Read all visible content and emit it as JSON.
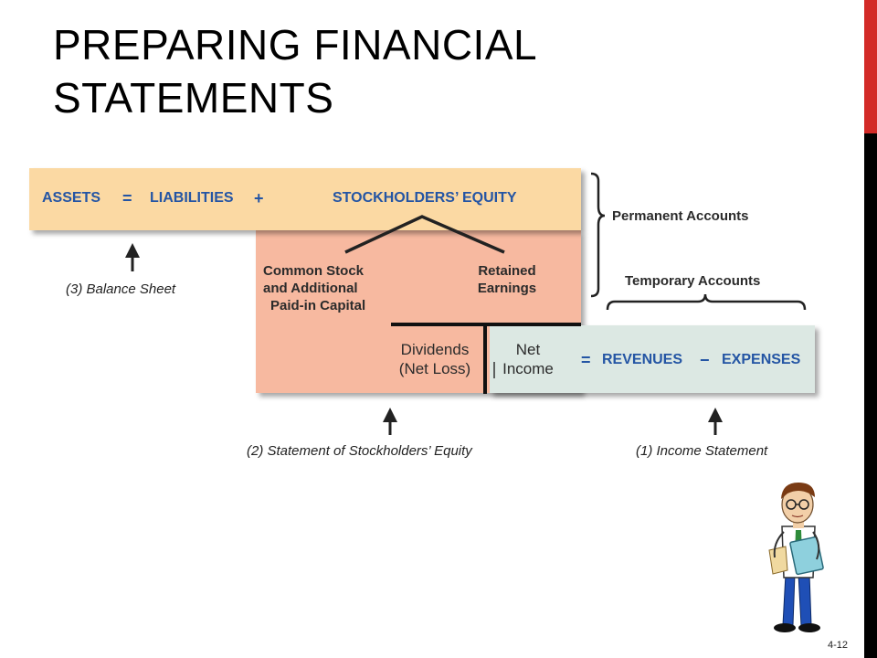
{
  "slide": {
    "title": "PREPARING FINANCIAL STATEMENTS",
    "page_number": "4-12"
  },
  "equation": {
    "assets": "ASSETS",
    "equals": "=",
    "liabilities": "LIABILITIES",
    "plus": "+",
    "stockholders_equity": "STOCKHOLDERS’ EQUITY"
  },
  "equity_parts": {
    "common_stock": [
      "Common Stock",
      "and Additional",
      "Paid-in Capital"
    ],
    "retained_earnings": [
      "Retained",
      "Earnings"
    ]
  },
  "retained_parts": {
    "dividends": [
      "Dividends",
      "(Net Loss)"
    ],
    "net_income": [
      "Net",
      "Income"
    ]
  },
  "income_equation": {
    "equals": "=",
    "revenues": "REVENUES",
    "minus": "−",
    "expenses": "EXPENSES"
  },
  "brackets": {
    "permanent": "Permanent Accounts",
    "temporary": "Temporary Accounts"
  },
  "captions": {
    "balance_sheet": "(3) Balance Sheet",
    "equity_statement": "(2) Statement of Stockholders’ Equity",
    "income_statement": "(1) Income Statement"
  },
  "colors": {
    "assets_box": "#fbd9a3",
    "equity_box": "#f7b9a0",
    "income_box": "#dce8e3",
    "label_blue": "#2455a4",
    "accent_red": "#d32a27"
  }
}
